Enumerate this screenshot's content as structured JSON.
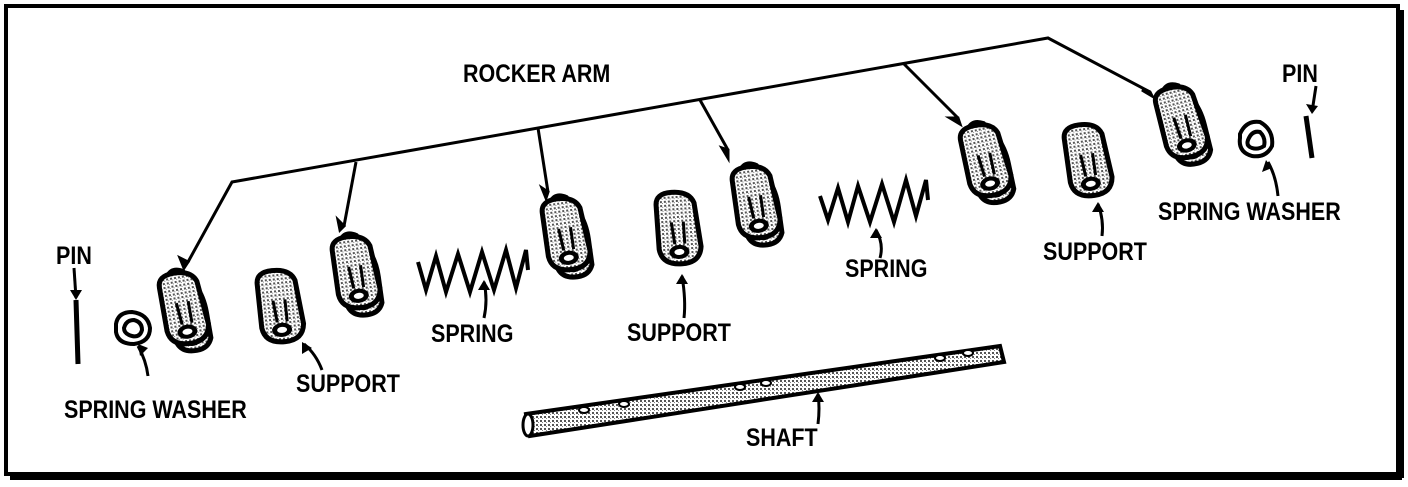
{
  "labels": {
    "rocker_arm": "ROCKER ARM",
    "pin_left": "PIN",
    "pin_right": "PIN",
    "spring_washer_left": "SPRING WASHER",
    "spring_washer_right": "SPRING WASHER",
    "support_1": "SUPPORT",
    "support_2": "SUPPORT",
    "support_3": "SUPPORT",
    "spring_1": "SPRING",
    "spring_2": "SPRING",
    "shaft": "SHAFT"
  },
  "colors": {
    "ink": "#000000",
    "paper": "#ffffff",
    "shade": "#9a9a9a"
  }
}
